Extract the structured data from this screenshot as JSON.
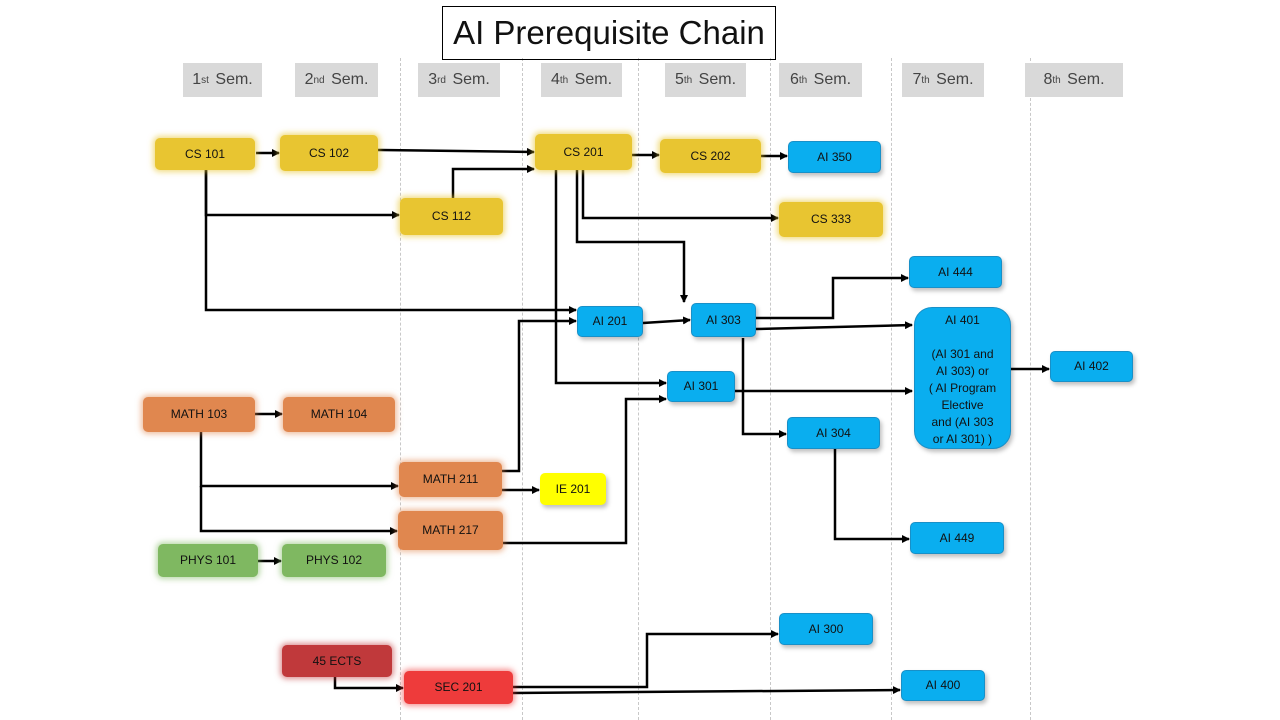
{
  "title": "AI Prerequisite Chain",
  "semesters": [
    {
      "num": "1",
      "sup": "st",
      "label": "Sem."
    },
    {
      "num": "2",
      "sup": "nd",
      "label": "Sem."
    },
    {
      "num": "3",
      "sup": "rd",
      "label": "Sem."
    },
    {
      "num": "4",
      "sup": "th",
      "label": "Sem."
    },
    {
      "num": "5",
      "sup": "th",
      "label": "Sem."
    },
    {
      "num": "6",
      "sup": "th",
      "label": "Sem."
    },
    {
      "num": "7",
      "sup": "th",
      "label": "Sem."
    },
    {
      "num": "8",
      "sup": "th",
      "label": "Sem."
    }
  ],
  "colors": {
    "cs": "#e8c531",
    "ai": "#0aaeef",
    "math": "#e0874f",
    "phys": "#7fb861",
    "ie": "#ffff00",
    "ects": "#c0393b",
    "sec": "#ee3b3b",
    "arrow": "#000000"
  },
  "nodes": {
    "cs101": {
      "label": "CS 101"
    },
    "cs102": {
      "label": "CS 102"
    },
    "cs201": {
      "label": "CS 201"
    },
    "cs202": {
      "label": "CS 202"
    },
    "ai350": {
      "label": "AI 350"
    },
    "cs112": {
      "label": "CS 112"
    },
    "cs333": {
      "label": "CS 333"
    },
    "ai444": {
      "label": "AI 444"
    },
    "ai201": {
      "label": "AI  201"
    },
    "ai303": {
      "label": "AI 303"
    },
    "ai401": {
      "label": "AI 401\n\n(AI 301 and\nAI 303)  or\n( AI Program\nElective\nand (AI 303\nor AI 301) )"
    },
    "ai402": {
      "label": "AI 402"
    },
    "ai301": {
      "label": "AI 301"
    },
    "math103": {
      "label": "MATH 103"
    },
    "math104": {
      "label": "MATH 104"
    },
    "ai304": {
      "label": "AI 304"
    },
    "math211": {
      "label": "MATH 211"
    },
    "ie201": {
      "label": "IE 201"
    },
    "math217": {
      "label": "MATH 217"
    },
    "phys101": {
      "label": "PHYS 101"
    },
    "phys102": {
      "label": "PHYS 102"
    },
    "ai449": {
      "label": "AI 449"
    },
    "ai300": {
      "label": "AI 300"
    },
    "ects45": {
      "label": "45 ECTS"
    },
    "sec201": {
      "label": "SEC 201"
    },
    "ai400": {
      "label": "AI 400"
    }
  },
  "edges": [
    {
      "from": "cs101",
      "to": "cs102"
    },
    {
      "from": "cs102",
      "to": "cs201"
    },
    {
      "from": "cs101",
      "to": "cs112"
    },
    {
      "from": "cs101",
      "to": "ai201"
    },
    {
      "from": "cs112",
      "to": "cs201"
    },
    {
      "from": "cs201",
      "to": "cs202"
    },
    {
      "from": "cs202",
      "to": "ai350"
    },
    {
      "from": "cs201",
      "to": "cs333"
    },
    {
      "from": "cs201",
      "to": "ai303"
    },
    {
      "from": "cs201",
      "to": "ai301"
    },
    {
      "from": "ai201",
      "to": "ai303"
    },
    {
      "from": "ai303",
      "to": "ai444"
    },
    {
      "from": "ai303",
      "to": "ai401"
    },
    {
      "from": "ai303",
      "to": "ai304"
    },
    {
      "from": "ai301",
      "to": "ai401"
    },
    {
      "from": "ai401",
      "to": "ai402"
    },
    {
      "from": "ai304",
      "to": "ai449"
    },
    {
      "from": "math103",
      "to": "math104"
    },
    {
      "from": "math103",
      "to": "math211"
    },
    {
      "from": "math103",
      "to": "math217"
    },
    {
      "from": "math211",
      "to": "ie201"
    },
    {
      "from": "math211",
      "to": "ai201"
    },
    {
      "from": "math217",
      "to": "ai301"
    },
    {
      "from": "phys101",
      "to": "phys102"
    },
    {
      "from": "ects45",
      "to": "sec201"
    },
    {
      "from": "sec201",
      "to": "ai300"
    },
    {
      "from": "sec201",
      "to": "ai400"
    }
  ]
}
